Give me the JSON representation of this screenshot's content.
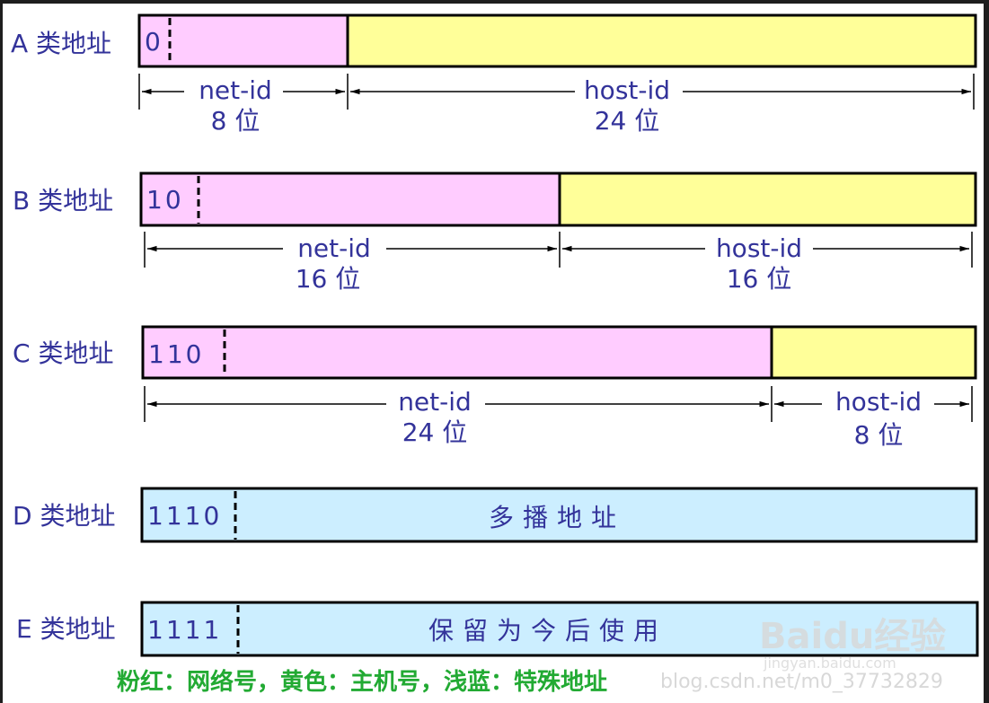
{
  "colors": {
    "net": "#ffccff",
    "host": "#ffff99",
    "special": "#cceeff",
    "text": "#33339a",
    "legend": "#22aa33"
  },
  "classes": [
    {
      "label": "A 类地址",
      "prefix": "0",
      "net_label": "net-id",
      "net_bits": "8 位",
      "host_label": "host-id",
      "host_bits": "24 位"
    },
    {
      "label": "B 类地址",
      "prefix": "10",
      "net_label": "net-id",
      "net_bits": "16 位",
      "host_label": "host-id",
      "host_bits": "16 位"
    },
    {
      "label": "C 类地址",
      "prefix": "110",
      "net_label": "net-id",
      "net_bits": "24 位",
      "host_label": "host-id",
      "host_bits": "8 位"
    },
    {
      "label": "D 类地址",
      "prefix": "1110",
      "text": "多播地址"
    },
    {
      "label": "E 类地址",
      "prefix": "1111",
      "text": "保留为今后使用"
    }
  ],
  "legend": "粉红：网络号，黄色：主机号，浅蓝：特殊地址",
  "watermark": {
    "brand": "Baidu经验",
    "site": "jingyan.baidu.com",
    "url": "blog.csdn.net/m0_37732829"
  }
}
